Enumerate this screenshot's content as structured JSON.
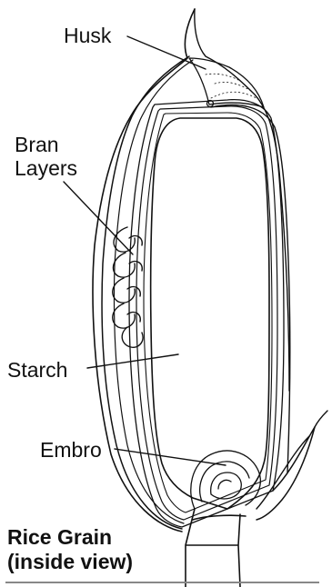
{
  "labels": {
    "husk": "Husk",
    "bran_line1": "Bran",
    "bran_line2": "Layers",
    "starch": "Starch",
    "embryo": "Embro"
  },
  "caption": {
    "line1": "Rice Grain",
    "line2": "(inside view)"
  },
  "colors": {
    "ink": "#111111",
    "background": "#ffffff"
  }
}
